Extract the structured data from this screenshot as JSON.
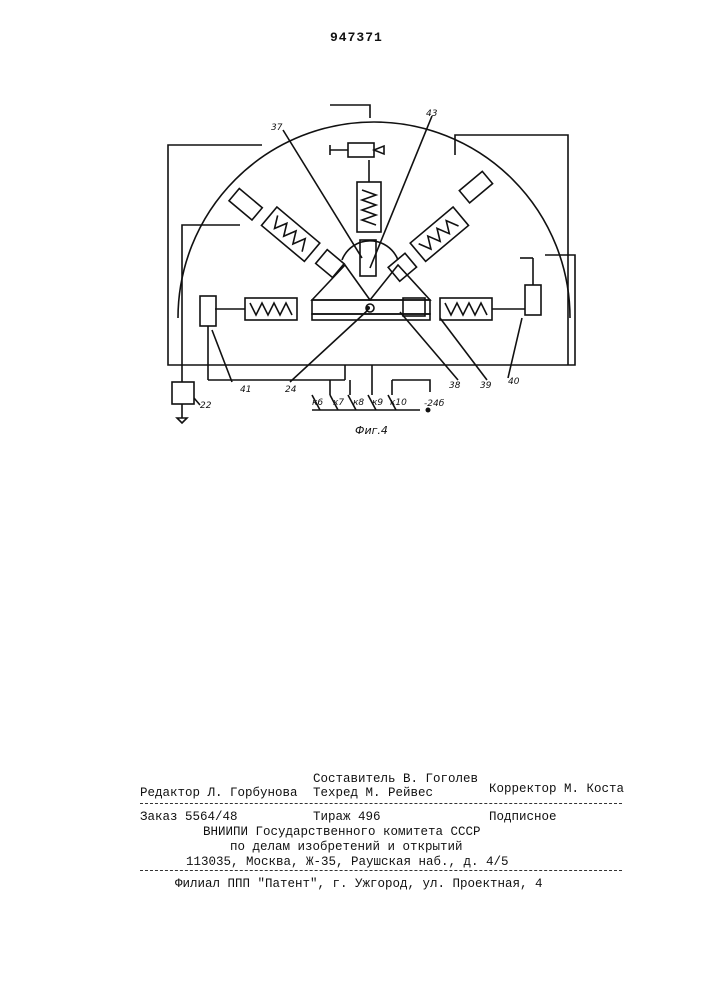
{
  "header": {
    "patent_number": "947371"
  },
  "figure": {
    "caption": "Фиг.4",
    "labels": {
      "l37": "37",
      "l43": "43",
      "l41": "41",
      "l24": "24",
      "l22": "22",
      "l38": "38",
      "l39": "39",
      "l40": "40",
      "l24b": "-24б",
      "k6": "к6",
      "k7": "к7",
      "k8": "к8",
      "k9": "к9",
      "k10": "к10"
    }
  },
  "footer": {
    "editor": "Редактор Л. Горбунова",
    "compiler": "Составитель В. Гоголев",
    "techred": "Техред М. Рейвес",
    "corrector": "Корректор М. Коста",
    "order": "Заказ 5564/48",
    "circulation": "Тираж 496",
    "subscription": "Подписное",
    "org_line1": "ВНИИПИ Государственного комитета СССР",
    "org_line2": "по делам изобретений и открытий",
    "address": "113035, Москва, Ж-35, Раушская наб., д. 4/5",
    "branch": "Филиал ППП \"Патент\", г. Ужгород, ул. Проектная, 4"
  }
}
